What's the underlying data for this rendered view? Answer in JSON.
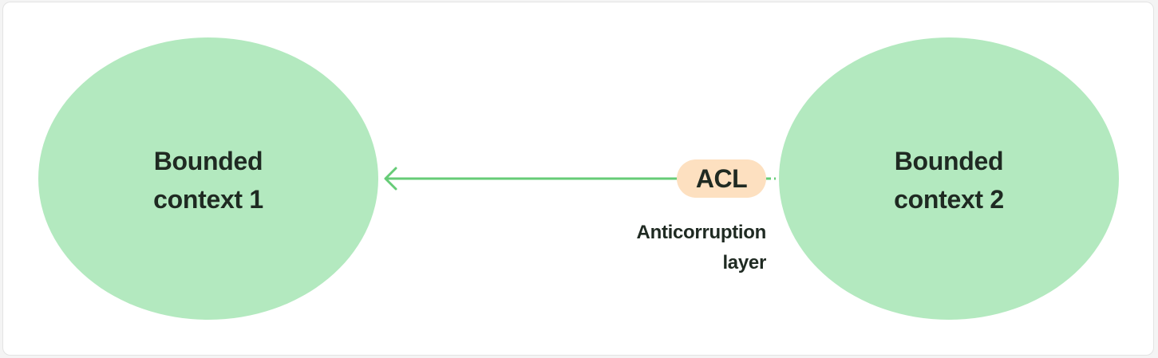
{
  "diagram": {
    "contexts": [
      {
        "line1": "Bounded",
        "line2": "context 1"
      },
      {
        "line1": "Bounded",
        "line2": "context 2"
      }
    ],
    "acl": {
      "label": "ACL",
      "caption_line1": "Anticorruption",
      "caption_line2": "layer"
    },
    "colors": {
      "context_fill": "#b3e9bf",
      "arrow": "#66cc77",
      "acl_fill": "#fde0c0",
      "text": "#1f2a22"
    }
  }
}
